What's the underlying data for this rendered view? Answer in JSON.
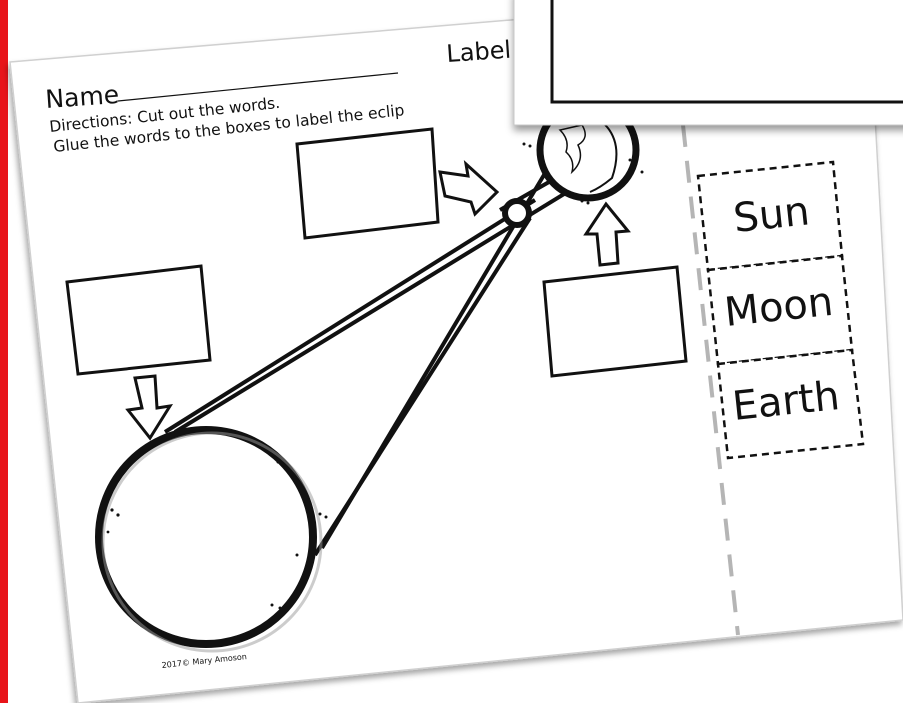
{
  "worksheet": {
    "title_partial": "Label",
    "name_label": "Name",
    "directions_line1": "Directions: Cut out the words.",
    "directions_line2": "Glue the words to the boxes to label the eclip",
    "copyright": "2017© Mary Amoson"
  },
  "cut_words": [
    "Sun",
    "Moon",
    "Earth"
  ],
  "colors": {
    "accent_bar": "#e8141a",
    "ink": "#111111",
    "dashed_line": "#b5b5b5"
  }
}
